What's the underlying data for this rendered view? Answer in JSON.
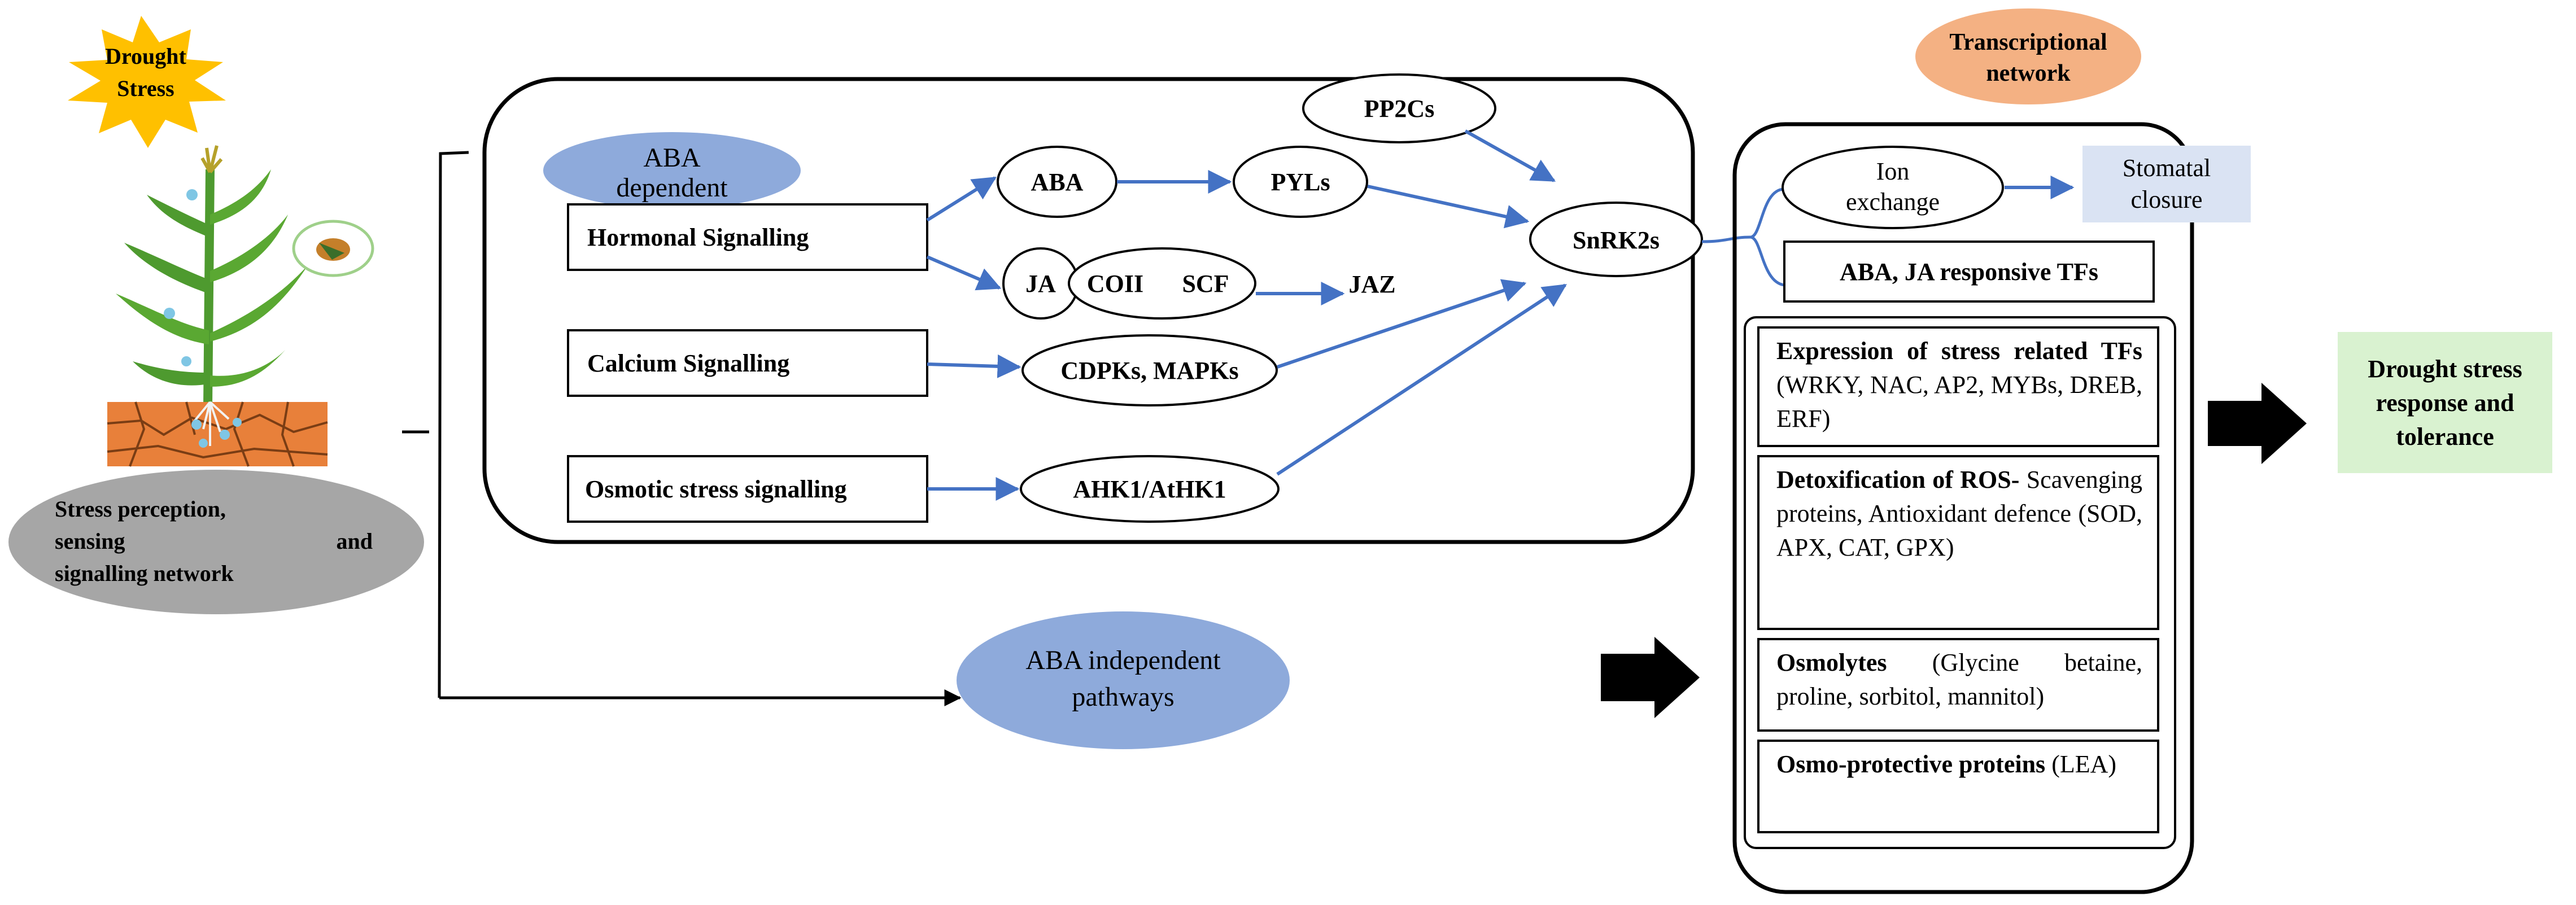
{
  "drought_stress": [
    "Drought",
    "Stress"
  ],
  "perception": [
    "Stress perception,",
    "sensing",
    "and",
    "signalling network"
  ],
  "aba_dependent": [
    "ABA",
    "dependent"
  ],
  "signals": {
    "hormonal": "Hormonal Signalling",
    "calcium": "Calcium Signalling",
    "osmotic": "Osmotic stress signalling"
  },
  "nodes": {
    "pp2cs": "PP2Cs",
    "aba": "ABA",
    "pyls": "PYLs",
    "snrk2s": "SnRK2s",
    "ja": "JA",
    "coi1": "COII",
    "scf": "SCF",
    "jaz": "JAZ",
    "cdpks": "CDPKs, MAPKs",
    "ahk1": "AHK1/AtHK1"
  },
  "aba_independent": [
    "ABA independent",
    "pathways"
  ],
  "transcriptional": [
    "Transcriptional",
    "network"
  ],
  "ion_exchange": [
    "Ion",
    "exchange"
  ],
  "stomatal": [
    "Stomatal",
    "closure"
  ],
  "aba_ja_tfs": "ABA, JA responsive TFs",
  "boxes": {
    "expr_bold": "Expression of stress related TFs",
    "expr_rest": "(WRKY, NAC, AP2, MYBs, DREB, ERF)",
    "detox_bold": "Detoxification of ROS-",
    "detox_rest": "Scavenging proteins, Antioxidant defence (SOD, APX, CAT, GPX)",
    "osmo_bold": "Osmolytes",
    "osmo_rest": "(Glycine betaine, proline, sorbitol, mannitol)",
    "prot_bold": "Osmo-protective proteins",
    "prot_rest": "(LEA)"
  },
  "outcome": [
    "Drought stress",
    "response and",
    "tolerance"
  ],
  "colors": {
    "arrow": "#4472c4",
    "aba_ellipse": "#8eaadb",
    "transcriptional_ellipse": "#f4b183",
    "stomatal_box": "#dae3f3",
    "outcome_box": "#d9f2d0",
    "perception_ellipse": "#a6a6a6",
    "sun": "#ffc000"
  },
  "icons": [
    "sun-burst-icon",
    "maize-plant-icon",
    "cracked-soil-icon",
    "bird-icon",
    "block-arrow-icon"
  ]
}
